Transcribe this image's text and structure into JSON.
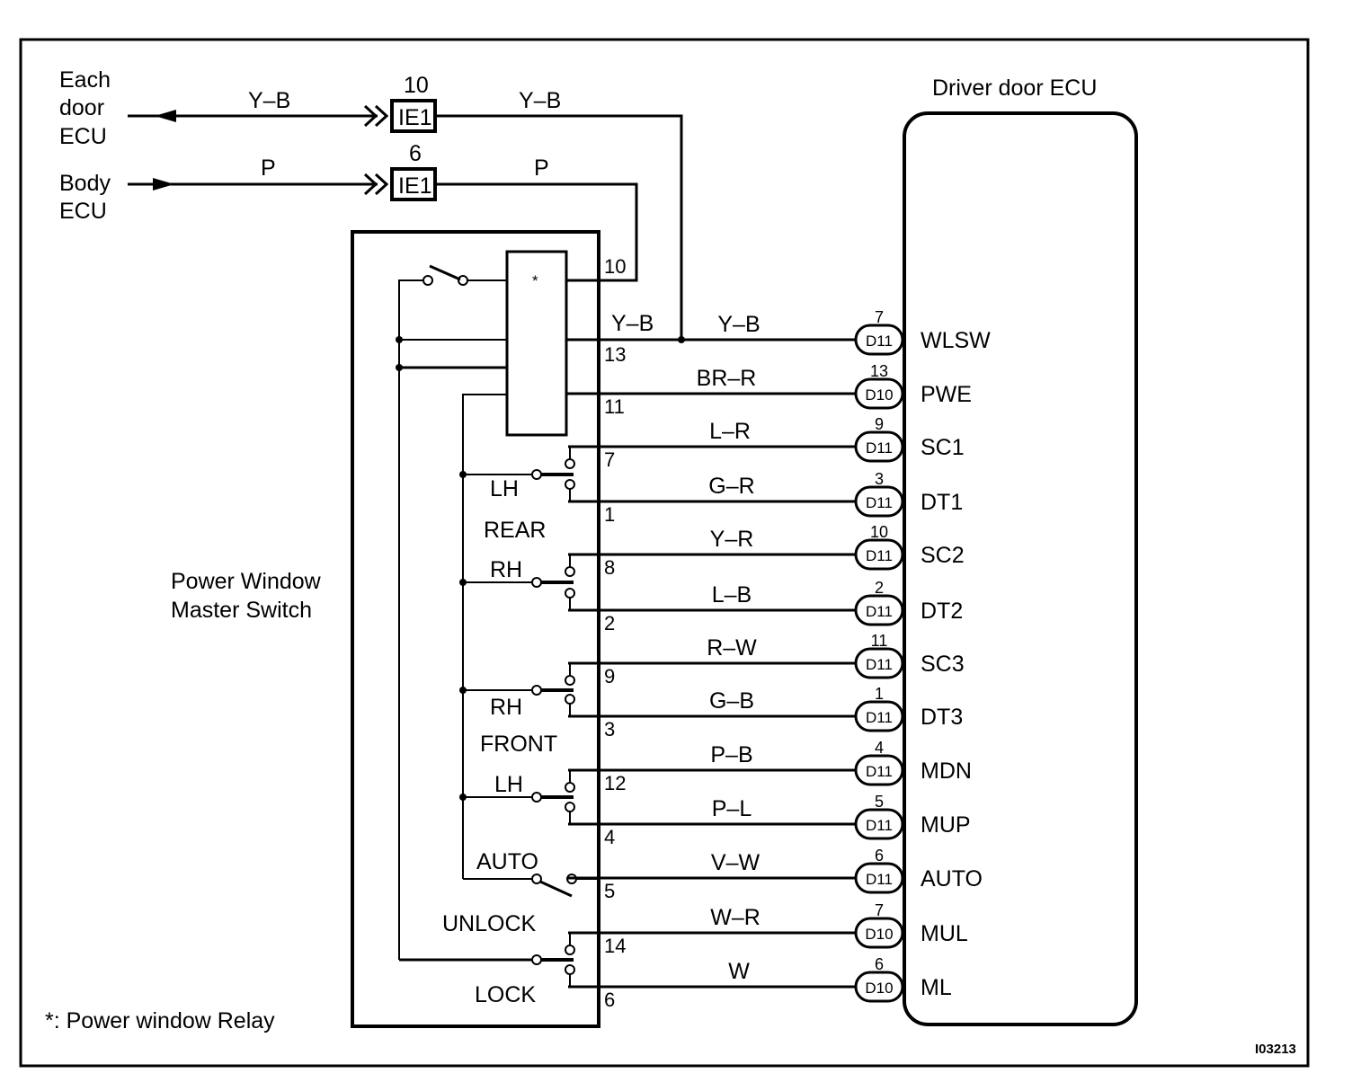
{
  "colors": {
    "ink": "#000000",
    "paper": "#ffffff"
  },
  "figure_id": "I03213",
  "footnote": "*: Power window Relay",
  "external": {
    "each_door_ecu": [
      "Each",
      "door",
      "ECU"
    ],
    "body_ecu": [
      "Body",
      "ECU"
    ],
    "connectors": [
      {
        "pin": "10",
        "name": "IE1",
        "wire_in": "Y–B",
        "wire_out": "Y–B",
        "direction": "out-to-each-door-ecu"
      },
      {
        "pin": "6",
        "name": "IE1",
        "wire_in": "P",
        "wire_out": "P",
        "direction": "in-from-body-ecu"
      }
    ]
  },
  "master_switch": {
    "title_lines": [
      "Power Window",
      "Master Switch"
    ],
    "relay_symbol": "*",
    "labels": {
      "rear_lh": "LH",
      "rear": "REAR",
      "rear_rh": "RH",
      "front_rh": "RH",
      "front": "FRONT",
      "front_lh": "LH",
      "auto": "AUTO",
      "unlock": "UNLOCK",
      "lock": "LOCK"
    },
    "pin_10_label": "10",
    "pin_13_wire": "Y–B"
  },
  "ecu": {
    "title": "Driver door ECU",
    "circuits": [
      {
        "switch_pin": "13",
        "wire": "Y–B",
        "connector": "D11",
        "ecu_pin": "7",
        "terminal": "WLSW"
      },
      {
        "switch_pin": "11",
        "wire": "BR–R",
        "connector": "D10",
        "ecu_pin": "13",
        "terminal": "PWE"
      },
      {
        "switch_pin": "7",
        "wire": "L–R",
        "connector": "D11",
        "ecu_pin": "9",
        "terminal": "SC1"
      },
      {
        "switch_pin": "1",
        "wire": "G–R",
        "connector": "D11",
        "ecu_pin": "3",
        "terminal": "DT1"
      },
      {
        "switch_pin": "8",
        "wire": "Y–R",
        "connector": "D11",
        "ecu_pin": "10",
        "terminal": "SC2"
      },
      {
        "switch_pin": "2",
        "wire": "L–B",
        "connector": "D11",
        "ecu_pin": "2",
        "terminal": "DT2"
      },
      {
        "switch_pin": "9",
        "wire": "R–W",
        "connector": "D11",
        "ecu_pin": "11",
        "terminal": "SC3"
      },
      {
        "switch_pin": "3",
        "wire": "G–B",
        "connector": "D11",
        "ecu_pin": "1",
        "terminal": "DT3"
      },
      {
        "switch_pin": "12",
        "wire": "P–B",
        "connector": "D11",
        "ecu_pin": "4",
        "terminal": "MDN"
      },
      {
        "switch_pin": "4",
        "wire": "P–L",
        "connector": "D11",
        "ecu_pin": "5",
        "terminal": "MUP"
      },
      {
        "switch_pin": "5",
        "wire": "V–W",
        "connector": "D11",
        "ecu_pin": "6",
        "terminal": "AUTO"
      },
      {
        "switch_pin": "14",
        "wire": "W–R",
        "connector": "D10",
        "ecu_pin": "7",
        "terminal": "MUL"
      },
      {
        "switch_pin": "6",
        "wire": "W",
        "connector": "D10",
        "ecu_pin": "6",
        "terminal": "ML"
      }
    ]
  }
}
